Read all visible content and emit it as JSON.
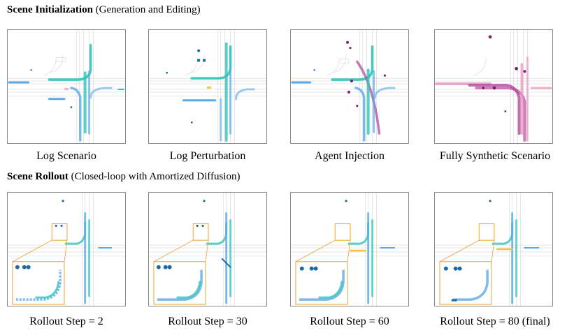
{
  "section_init": {
    "title_bold": "Scene Initialization",
    "title_rest": "(Generation and Editing)",
    "panels": [
      {
        "caption": "Log Scenario",
        "palette": "teal-blue"
      },
      {
        "caption": "Log Perturbation",
        "palette": "teal-blue"
      },
      {
        "caption": "Agent Injection",
        "palette": "teal-blue-magenta"
      },
      {
        "caption": "Fully Synthetic Scenario",
        "palette": "magenta-pink"
      }
    ]
  },
  "section_rollout": {
    "title_bold": "Scene Rollout",
    "title_rest": "(Closed-loop with Amortized Diffusion)",
    "panels": [
      {
        "caption": "Rollout Step = 2"
      },
      {
        "caption": "Rollout Step = 30"
      },
      {
        "caption": "Rollout Step = 60"
      },
      {
        "caption": "Rollout Step = 80 (final)"
      }
    ]
  },
  "colors": {
    "teal": "#2ec4b6",
    "blue": "#5aa9e6",
    "magenta": "#b5489e",
    "pink": "#e79cc2",
    "inset_border": "#f0a030",
    "map_lines": "#d0d0d0"
  }
}
